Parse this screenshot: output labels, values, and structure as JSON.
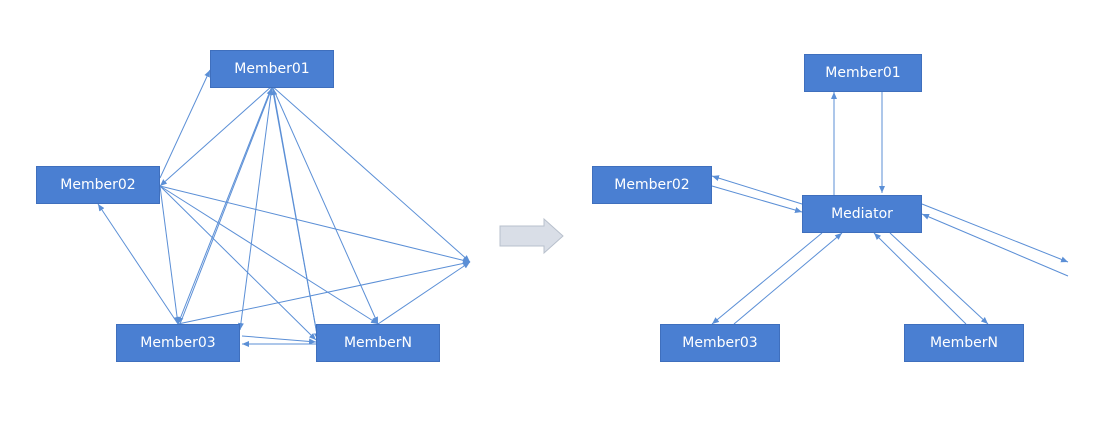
{
  "left_diagram": {
    "member01": "Member01",
    "member02": "Member02",
    "member03": "Member03",
    "memberN": "MemberN"
  },
  "right_diagram": {
    "member01": "Member01",
    "member02": "Member02",
    "mediator": "Mediator",
    "member03": "Member03",
    "memberN": "MemberN"
  },
  "colors": {
    "node_fill": "#4a7fd2",
    "edge": "#5b8fd6",
    "transition_arrow": "#d9dee7"
  }
}
